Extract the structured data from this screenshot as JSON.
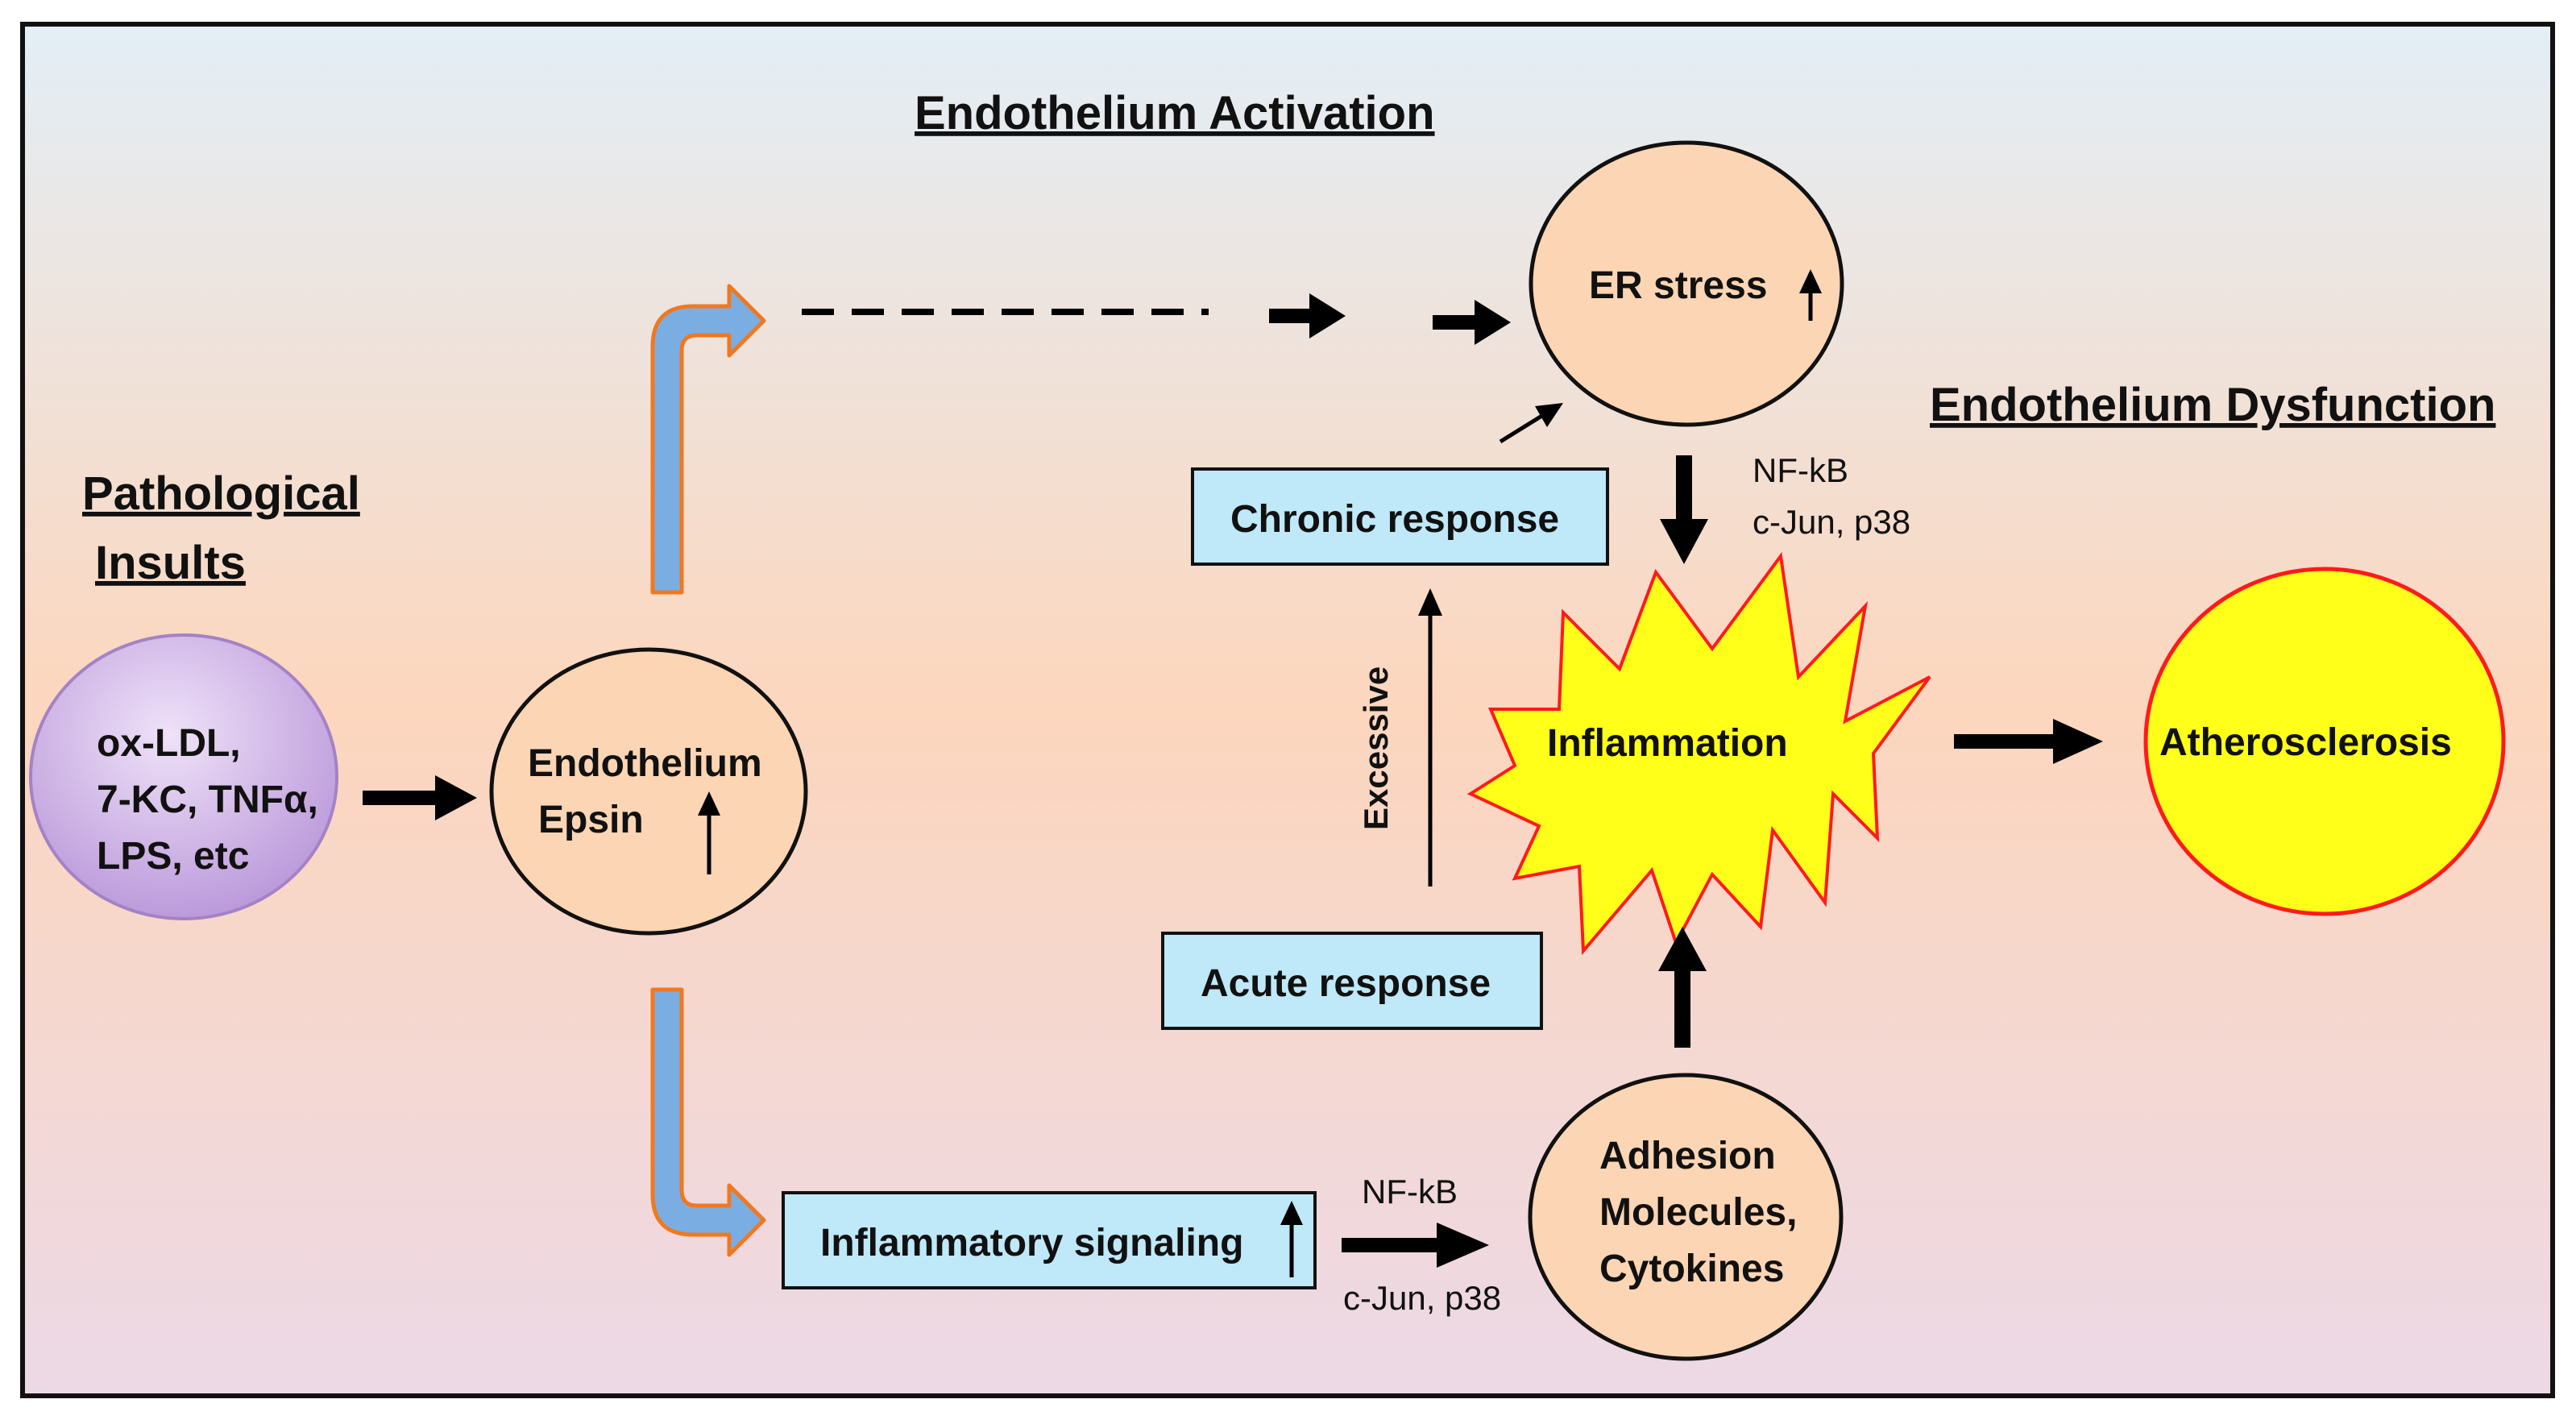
{
  "headings": {
    "activation": "Endothelium Activation",
    "dysfunction": "Endothelium Dysfunction",
    "insults_line1": "Pathological",
    "insults_line2": "Insults"
  },
  "nodes": {
    "insults": [
      "ox-LDL,",
      "7-KC, TNFα,",
      "LPS, etc"
    ],
    "endothelium_line1": "Endothelium",
    "endothelium_line2": "Epsin",
    "er_stress": "ER stress",
    "chronic": "Chronic response",
    "acute": "Acute response",
    "inflammation": "Inflammation",
    "atherosclerosis": "Atherosclerosis",
    "inflammatory_signaling": "Inflammatory signaling",
    "adhesion": [
      "Adhesion",
      "Molecules,",
      "Cytokines"
    ]
  },
  "edge_labels": {
    "er_to_inflammation_1": "NF-kB",
    "er_to_inflammation_2": "c-Jun, p38",
    "signaling_nfkb": "NF-kB",
    "signaling_cjun": "c-Jun, p38",
    "excessive": "Excessive"
  },
  "colors": {
    "background_top": "#e3eef6",
    "background_mid": "#fcd6bd",
    "background_bottom": "#ecd9e6",
    "peach_node": "#fcd5b4",
    "lavender_node": "#c9a7e0",
    "cyan_box": "#bfe8f8",
    "inflammation_fill": "#ffff1a",
    "inflammation_stroke": "#ff1a1a",
    "blue_arrow": "#7aaee2",
    "orange_stroke": "#f07820"
  }
}
